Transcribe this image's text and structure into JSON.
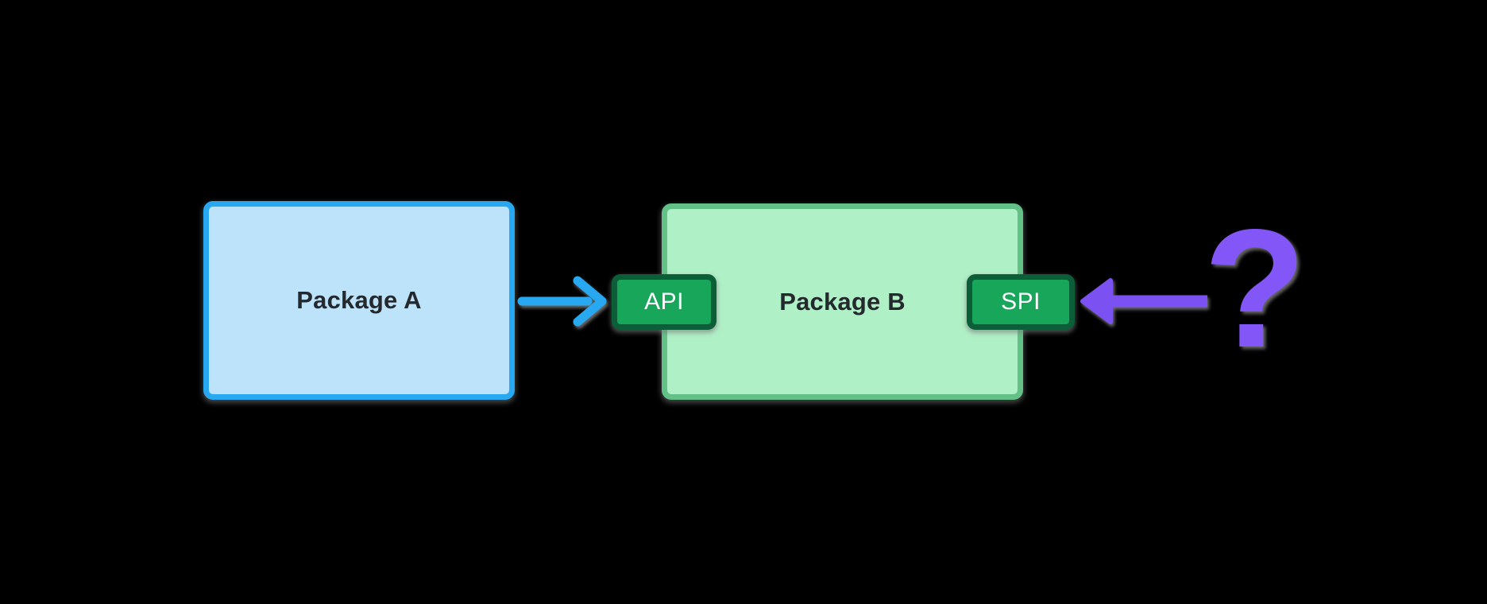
{
  "diagram": {
    "title": "Package A calls Package B API; unknown caller of Package B SPI",
    "package_a": {
      "label": "Package A",
      "fill_color": "#bde3fb",
      "border_color": "#29a8f2",
      "text_color": "#24292e"
    },
    "package_b": {
      "label": "Package B",
      "fill_color": "#b0f0c6",
      "border_color": "#63c188",
      "text_color": "#24292e"
    },
    "api_badge": {
      "label": "API",
      "fill_color": "#18a65a",
      "border_color": "#0b5e38",
      "text_color": "#ffffff"
    },
    "spi_badge": {
      "label": "SPI",
      "fill_color": "#18a65a",
      "border_color": "#0b5e38",
      "text_color": "#ffffff"
    },
    "arrow_a_to_api": {
      "icon": "right-arrow-icon",
      "color": "#29a8f2",
      "from": "Package A",
      "to": "API"
    },
    "arrow_question_to_spi": {
      "icon": "left-arrow-icon",
      "color": "#7b51f2",
      "from": "?",
      "to": "SPI"
    },
    "question_mark": {
      "glyph": "?",
      "color": "#8256f7"
    },
    "background_color": "#000000"
  }
}
